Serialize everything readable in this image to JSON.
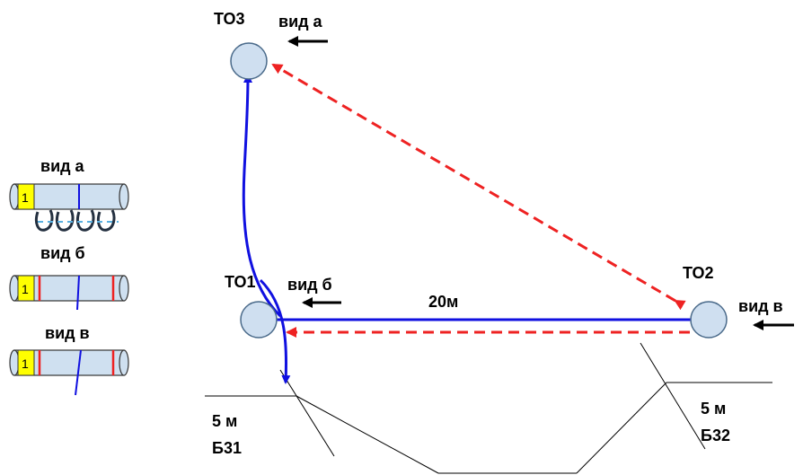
{
  "nodes": {
    "to1": "ТО1",
    "to2": "ТО2",
    "to3": "ТО3"
  },
  "views": {
    "a": "вид а",
    "b": "вид б",
    "v": "вид в"
  },
  "legend": {
    "view_a": "вид а",
    "view_b": "вид б",
    "view_v": "вид в",
    "tube_number": "1"
  },
  "distance_label": "20м",
  "wells": {
    "b31_depth": "5 м",
    "b31_name": "Б31",
    "b32_depth": "5 м",
    "b32_name": "Б32"
  },
  "colors": {
    "cable_blue": "#1010e0",
    "dashed_red": "#ee2222",
    "node_fill": "#cfdff0",
    "tube_fill": "#cfe0f0",
    "marker_yellow": "#ffff00"
  }
}
